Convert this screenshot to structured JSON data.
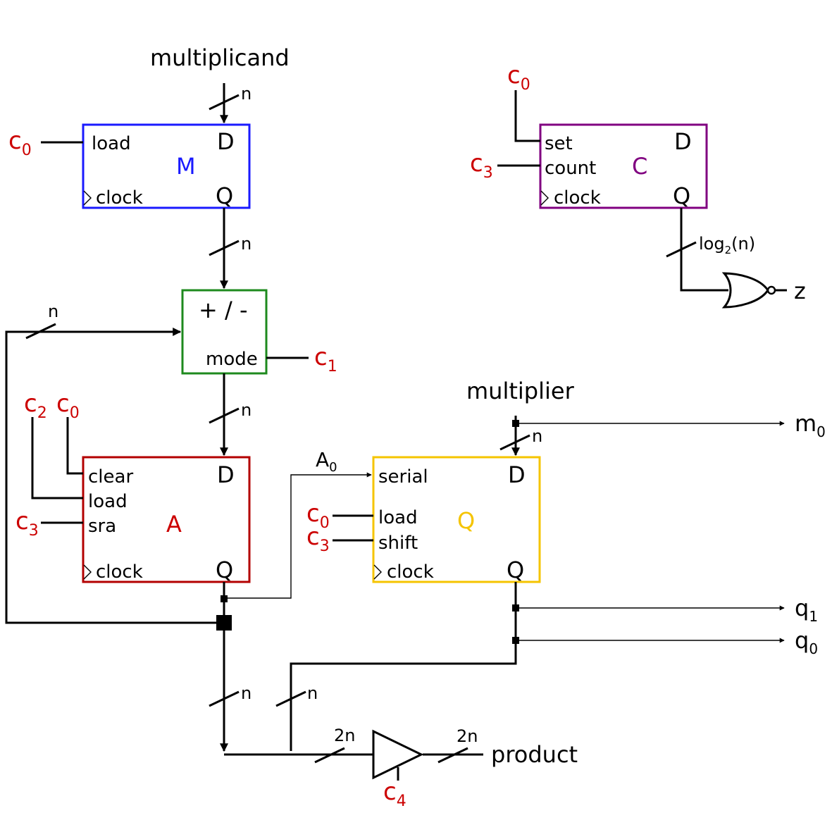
{
  "inputs": {
    "multiplicand": "multiplicand",
    "multiplier": "multiplier"
  },
  "outputs": {
    "m0": {
      "base": "m",
      "sub": "0"
    },
    "q1": {
      "base": "q",
      "sub": "1"
    },
    "q0": {
      "base": "q",
      "sub": "0"
    },
    "z": "z",
    "product": "product"
  },
  "registers": {
    "m": {
      "name": "M",
      "color": "#1a1aff",
      "ports": {
        "load": "load",
        "clock": "clock",
        "d": "D",
        "q": "Q"
      }
    },
    "c": {
      "name": "C",
      "color": "#800080",
      "ports": {
        "set": "set",
        "count": "count",
        "clock": "clock",
        "d": "D",
        "q": "Q"
      }
    },
    "adder": {
      "name": "+ / -",
      "color": "#1e8a1e",
      "ports": {
        "mode": "mode"
      }
    },
    "a": {
      "name": "A",
      "color": "#b30000",
      "ports": {
        "clear": "clear",
        "load": "load",
        "sra": "sra",
        "clock": "clock",
        "d": "D",
        "q": "Q"
      }
    },
    "q": {
      "name": "Q",
      "color": "#f5c400",
      "ports": {
        "serial": "serial",
        "load": "load",
        "shift": "shift",
        "clock": "clock",
        "d": "D",
        "q": "Q"
      }
    }
  },
  "controls": {
    "c0": {
      "base": "c",
      "sub": "0"
    },
    "c1": {
      "base": "c",
      "sub": "1"
    },
    "c2": {
      "base": "c",
      "sub": "2"
    },
    "c3": {
      "base": "c",
      "sub": "3"
    },
    "c4": {
      "base": "c",
      "sub": "4"
    }
  },
  "widths": {
    "n": "n",
    "two_n": "2n",
    "log_base": "log",
    "log_sub": "2",
    "log_arg": "(n)"
  },
  "signals": {
    "a0": {
      "base": "A",
      "sub": "0"
    }
  },
  "colors": {
    "control": "#cc0000",
    "wire": "#000000"
  }
}
